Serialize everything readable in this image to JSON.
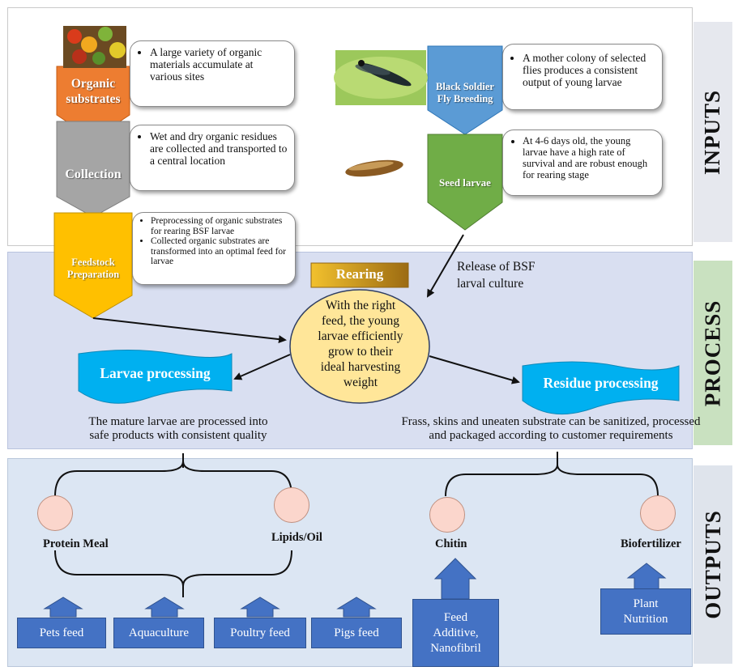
{
  "side_labels": {
    "inputs": "INPUTS",
    "process": "PROCESS",
    "outputs": "OUTPUTS"
  },
  "inputs": {
    "organic_substrates": {
      "label_line1": "Organic",
      "label_line2": "substrates",
      "text": "A large variety of organic materials accumulate at various sites",
      "color": "#ed7d31"
    },
    "collection": {
      "label": "Collection",
      "text": "Wet and dry organic residues are collected and transported to a central location",
      "color": "#a5a5a5"
    },
    "feedstock": {
      "label_line1": "Feedstock",
      "label_line2": "Preparation",
      "bullets": [
        "Preprocessing of organic substrates for rearing BSF larvae",
        "Collected organic substrates are transformed into an optimal feed for larvae"
      ],
      "color": "#ffc000"
    },
    "bsf_breeding": {
      "label_line1": "Black Soldier",
      "label_line2": "Fly Breeding",
      "text": "A mother colony of selected flies produces a consistent output of young larvae",
      "color": "#5b9bd5"
    },
    "seed_larvae": {
      "label": "Seed larvae",
      "text": "At 4-6 days old, the young larvae have a high rate of survival and are robust enough for rearing stage",
      "color": "#70ad47"
    }
  },
  "process": {
    "release_text_line1": "Release of BSF",
    "release_text_line2": "larval culture",
    "rearing_label": "Rearing",
    "rearing_text": [
      "With the right",
      "feed, the young",
      "larvae efficiently",
      "grow to their",
      "ideal harvesting",
      "weight"
    ],
    "larvae_processing": "Larvae processing",
    "residue_processing": "Residue processing",
    "larvae_text": [
      "The mature larvae are processed into",
      "safe products with consistent quality"
    ],
    "residue_text": [
      "Frass, skins and uneaten substrate can be sanitized, processed",
      "and packaged according to customer requirements"
    ]
  },
  "outputs": {
    "protein_meal": "Protein Meal",
    "lipids_oil": "Lipids/Oil",
    "chitin": "Chitin",
    "biofertilizer": "Biofertilizer",
    "feeds": [
      "Pets feed",
      "Aquaculture",
      "Poultry feed",
      "Pigs feed"
    ],
    "chitin_use": [
      "Feed",
      "Additive,",
      "Nanofibril"
    ],
    "fertilizer_use": [
      "Plant",
      "Nutrition"
    ]
  },
  "colors": {
    "arrow_blue": "#4472c4",
    "flag_blue": "#00b0f0",
    "rearing_gold": "#d4a017",
    "ellipse": "#ffe699"
  }
}
